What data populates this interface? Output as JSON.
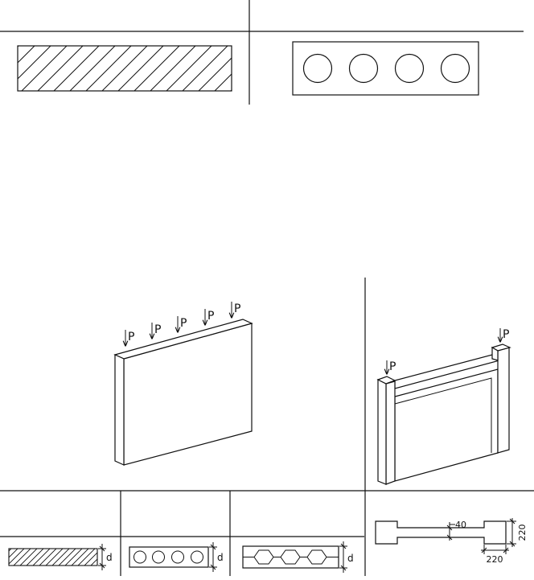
{
  "labels": {
    "load": "P",
    "thickness": "d",
    "flange_thickness": "40",
    "flange_height": "220",
    "flange_width": "220"
  },
  "colors": {
    "stroke": "#111111",
    "background": "#ffffff"
  }
}
